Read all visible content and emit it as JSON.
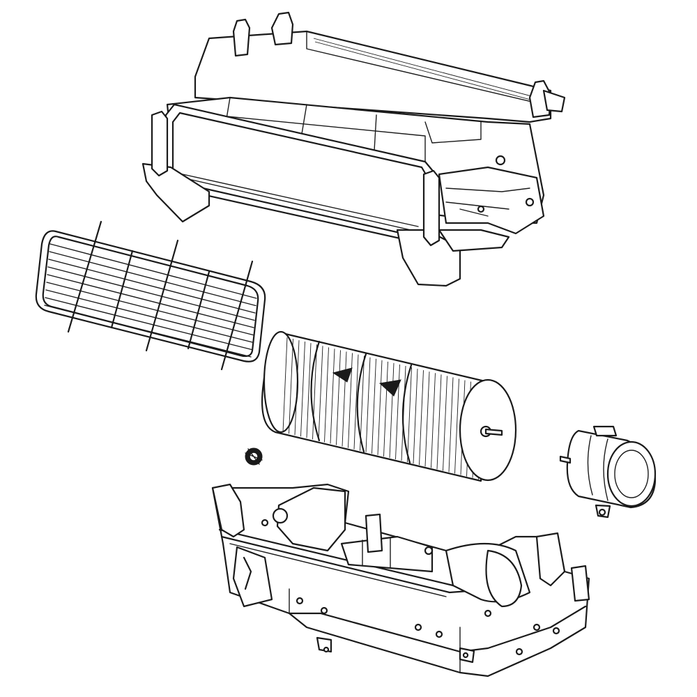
{
  "diagram": {
    "type": "exploded-parts-view",
    "line_color": "#1a1a1a",
    "background": "#ffffff",
    "parts": [
      {
        "id": "upper-housing",
        "icon": "evaporator-housing-icon"
      },
      {
        "id": "grille",
        "icon": "grille-icon"
      },
      {
        "id": "blower-wheel",
        "icon": "blower-wheel-icon"
      },
      {
        "id": "hub-nut",
        "icon": "nut-icon"
      },
      {
        "id": "fan-motor",
        "icon": "motor-icon"
      },
      {
        "id": "lower-housing",
        "icon": "base-pan-icon"
      }
    ]
  }
}
